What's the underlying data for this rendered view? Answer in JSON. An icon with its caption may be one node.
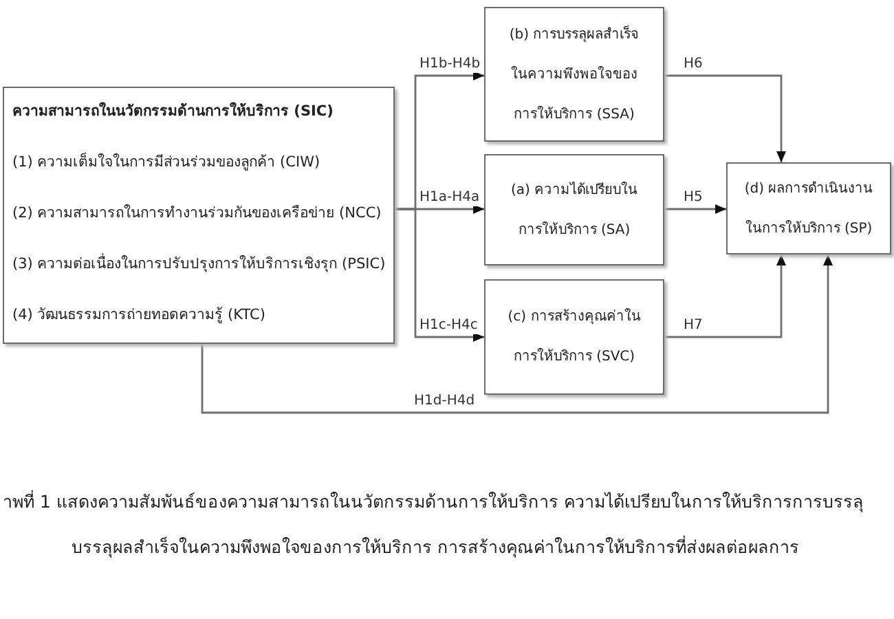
{
  "diagram": {
    "caption": "าพที่ 1 แสดงความสัมพันธ์ของความสามารถในนวัตกรรมด้านการให้บริการ ความได้เปรียบในการให้บริการการบรรลุ บรรลุผลสำเร็จในความพึงพอใจของการให้บริการ การสร้างคุณค่าในการให้บริการที่ส่งผลต่อผลการ",
    "nodes": [
      {
        "text": [
          "ความสามารถในนวัตกรรมด้านการให้บริการ (SIC)",
          "(1) ความเต็มใจในการมีส่วนร่วมของลูกค้า (CIW)",
          "(2) ความสามารถในการทำงานร่วมกันของเครือข่าย (NCC)",
          "(3) ความต่อเนื่องในการปรับปรุงการให้บริการเชิงรุก (PSIC)",
          "(4) วัฒนธรรมการถ่ายทอดความรู้ (KTC)"
        ]
      },
      {
        "text": [
          "(b) การบรรลุผลสำเร็จ ในความพึงพอใจของ การให้บริการ (SSA)"
        ]
      },
      {
        "text": [
          "(a) ความได้เปรียบใน การให้บริการ (SA)"
        ]
      },
      {
        "text": [
          "(c) การสร้างคุณค่าใน การให้บริการ (SVC)"
        ]
      },
      {
        "text": [
          "(d) ผลการดำเนินงาน ในการให้บริการ (SP)"
        ]
      }
    ],
    "edges": [
      {
        "from": 0,
        "to": 1,
        "arrow": "to",
        "label": "H1b-H4b"
      },
      {
        "from": 0,
        "to": 2,
        "arrow": "to",
        "label": "H1a-H4a"
      },
      {
        "from": 0,
        "to": 3,
        "arrow": "to",
        "label": "H1c-H4c"
      },
      {
        "from": 0,
        "to": 4,
        "arrow": "to",
        "label": "H1d-H4d"
      },
      {
        "from": 1,
        "to": 4,
        "arrow": "to",
        "label": "H6"
      },
      {
        "from": 2,
        "to": 4,
        "arrow": "to",
        "label": "H5"
      },
      {
        "from": 3,
        "to": 4,
        "arrow": "to",
        "label": "H7"
      }
    ]
  }
}
